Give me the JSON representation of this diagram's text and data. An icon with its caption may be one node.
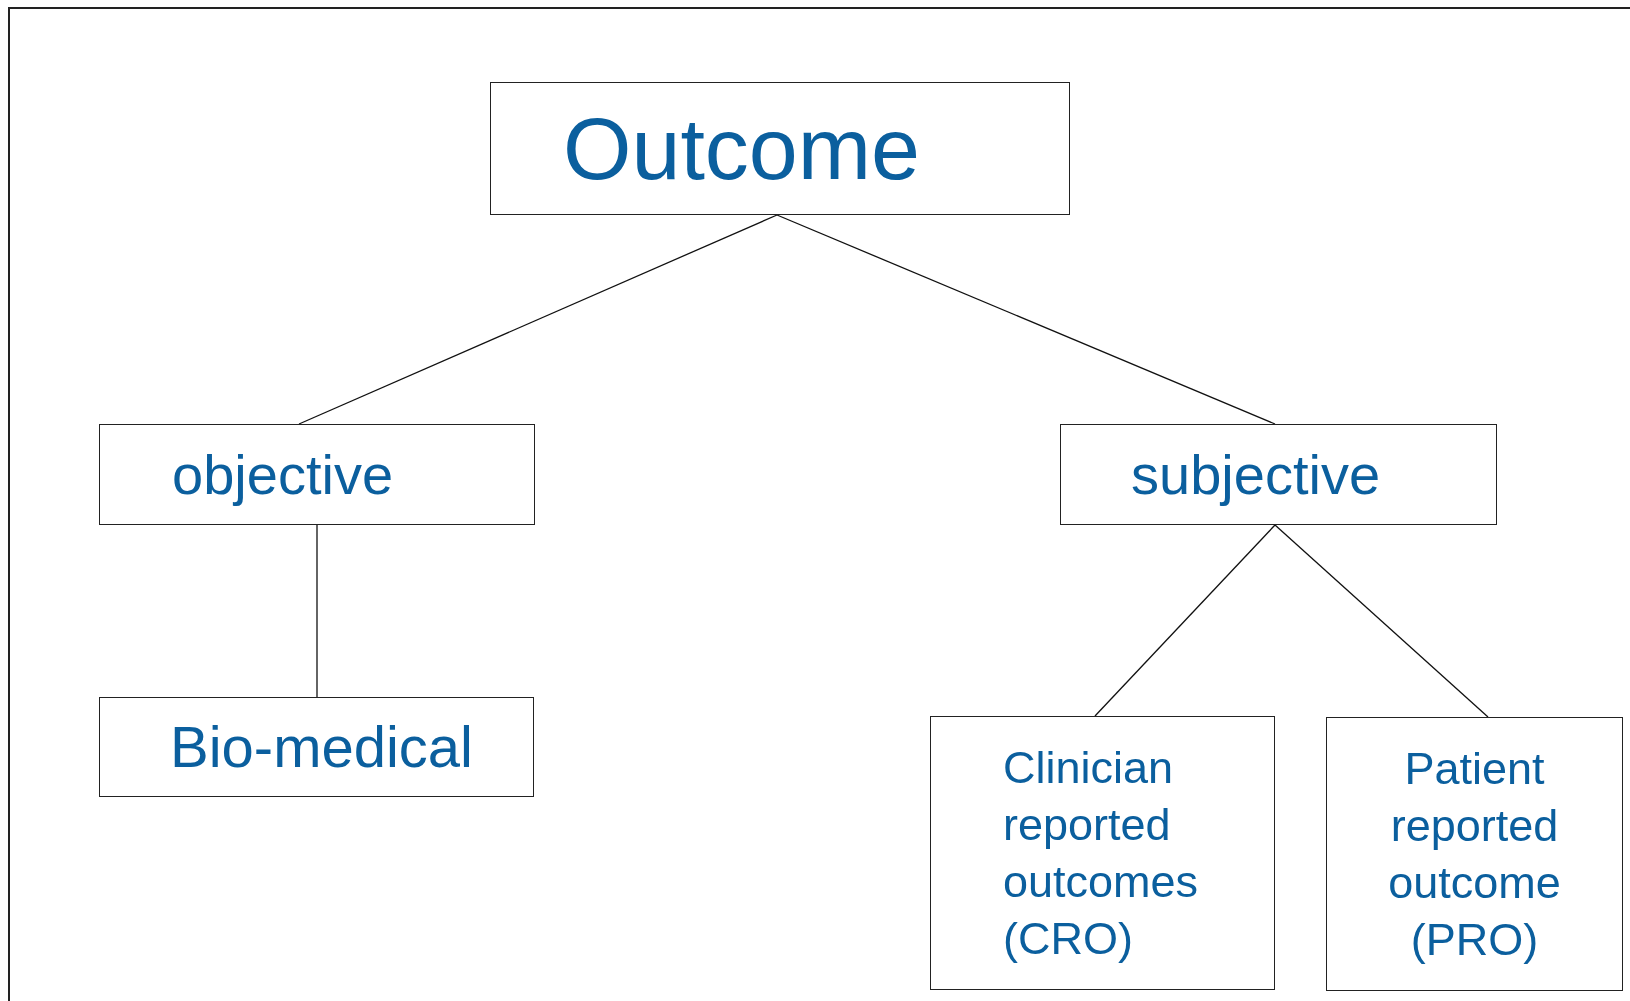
{
  "diagram": {
    "nodes": [
      {
        "text": [
          "Outcome"
        ]
      },
      {
        "text": [
          "objective"
        ]
      },
      {
        "text": [
          "subjective"
        ]
      },
      {
        "text": [
          "Bio-medical"
        ]
      },
      {
        "text": [
          "Clinician reported outcomes (CRO)"
        ]
      },
      {
        "text": [
          "Patient reported outcome (PRO)"
        ]
      }
    ],
    "edges": [
      {
        "from": 0,
        "to": 1,
        "arrow": "none"
      },
      {
        "from": 0,
        "to": 2,
        "arrow": "none"
      },
      {
        "from": 1,
        "to": 3,
        "arrow": "none"
      },
      {
        "from": 2,
        "to": 4,
        "arrow": "none"
      },
      {
        "from": 2,
        "to": 5,
        "arrow": "none"
      }
    ]
  }
}
